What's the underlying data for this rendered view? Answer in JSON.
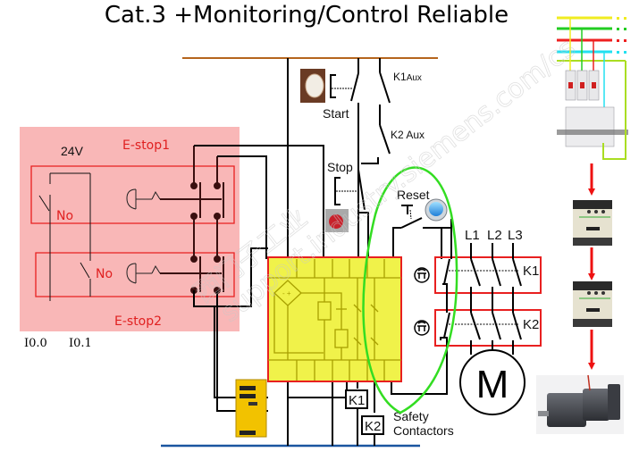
{
  "title": "Cat.3 +Monitoring/Control Reliable",
  "estop_panel": {
    "voltage_label": "24V",
    "estop1_label": "E-stop1",
    "estop2_label": "E-stop2",
    "contact1_label": "No",
    "contact2_label": "No",
    "input1_label": "I0.0",
    "input2_label": "I0.1"
  },
  "control_circuit": {
    "start_label": "Start",
    "stop_label": "Stop",
    "reset_label": "Reset",
    "k1_aux_label": "K1",
    "k1_aux_suffix": "Aux",
    "k2_aux_label": "K2 Aux"
  },
  "power_circuit": {
    "phases": [
      "L1",
      "L2",
      "L3"
    ],
    "contactor1_label": "K1",
    "contactor2_label": "K2",
    "motor_label": "M",
    "coil1_label": "K1",
    "coil2_label": "K2",
    "safety_contactors_label_line1": "Safety",
    "safety_contactors_label_line2": "Contactors"
  },
  "watermark": {
    "text1": "西门子工业",
    "text2": "support.industry.siemens.com/cs"
  },
  "colors": {
    "estop_panel_fill": "#f9b7b7",
    "red_frame": "#e82020",
    "relay_fill": "#f0f24a",
    "relay_lines": "#a8a000",
    "top_bus": "#b5651d",
    "bottom_bus": "#1a55a0",
    "monitoring_loop": "#33dd22",
    "flow_arrow": "#ee1111"
  }
}
